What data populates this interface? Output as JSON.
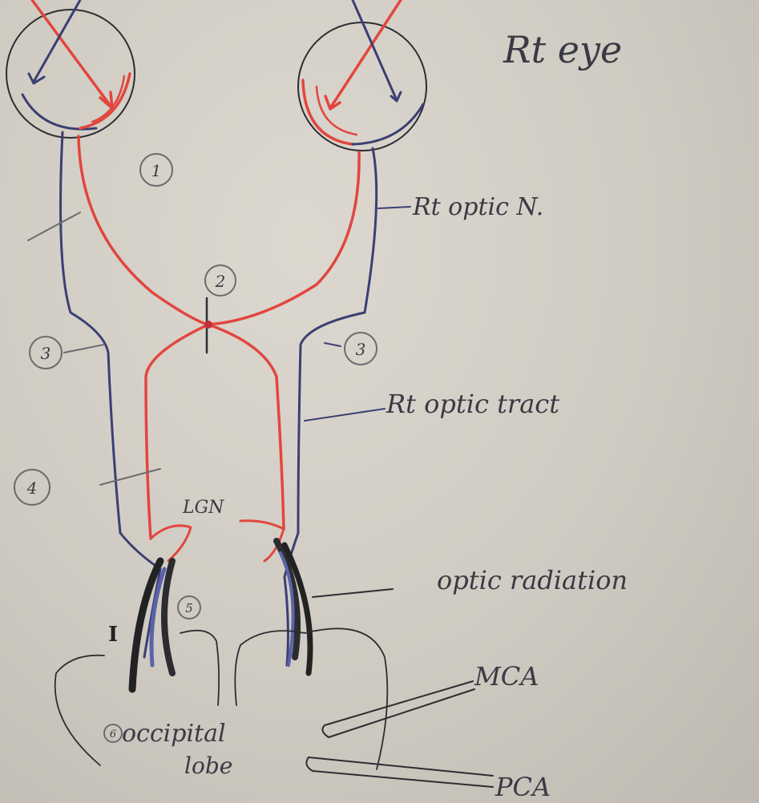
{
  "labels": {
    "eye": "Rt eye",
    "optic_nerve": "Rt optic N.",
    "optic_tract": "Rt optic tract",
    "lgn": "LGN",
    "optic_radiation": "optic radiation",
    "occipital_lobe_1": "occipital",
    "occipital_lobe_2": "lobe",
    "mca": "MCA",
    "pca": "PCA",
    "roman_one": "I"
  },
  "lesion_markers": [
    "1",
    "2",
    "3",
    "3",
    "4",
    "5",
    "6"
  ],
  "colors": {
    "temporal_fibers": "#3b3f72",
    "nasal_fibers": "#e2463f",
    "pencil": "#6b6b70"
  }
}
